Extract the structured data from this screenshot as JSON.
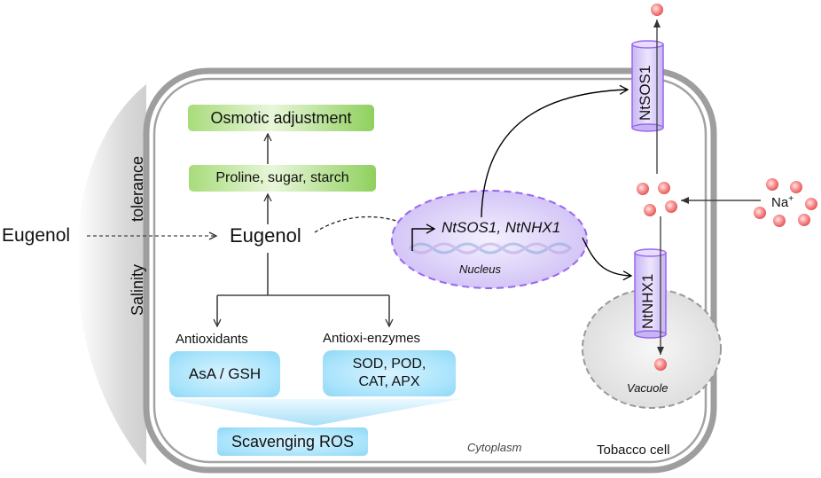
{
  "external": {
    "eugenol_label": "Eugenol",
    "salinity_tolerance_label_1": "Salinity",
    "salinity_tolerance_label_2": "tolerance"
  },
  "cell": {
    "label": "Tobacco cell",
    "cytoplasm_label": "Cytoplasm",
    "eugenol_label": "Eugenol"
  },
  "osmotic": {
    "top_box": "Osmotic adjustment",
    "middle_box": "Proline, sugar, starch"
  },
  "antioxidant": {
    "left_heading": "Antioxidants",
    "left_box": "AsA / GSH",
    "right_heading": "Antioxi-enzymes",
    "right_box_line1": "SOD, POD,",
    "right_box_line2": "CAT, APX",
    "result_box": "Scavenging ROS"
  },
  "nucleus": {
    "genes_label": "NtSOS1, NtNHX1",
    "label": "Nucleus"
  },
  "transporters": {
    "plasma_membrane": "NtSOS1",
    "tonoplast": "NtNHX1"
  },
  "vacuole": {
    "label": "Vacuole"
  },
  "ion": {
    "label": "Na",
    "charge": "+"
  },
  "colors": {
    "green_box": "#8fd05d",
    "blue_box": "#8fd7f6",
    "nucleus_fill": "#d9ccf7",
    "nucleus_border": "#9966ee",
    "transporter_fill": "#d4c6f7",
    "transporter_border": "#9966ee",
    "ion_fill": "#f27a7a",
    "cell_wall": "#9e9e9e",
    "vacuole_fill": "#e6e6e6"
  }
}
